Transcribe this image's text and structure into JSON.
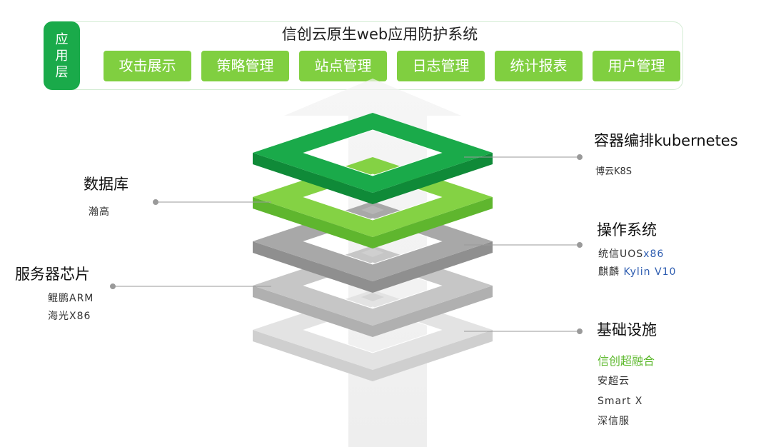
{
  "app_layer": {
    "tag_chars": [
      "应",
      "用",
      "层"
    ],
    "title": "信创云原生web应用防护系统",
    "modules": [
      "攻击展示",
      "策略管理",
      "站点管理",
      "日志管理",
      "统计报表",
      "用户管理"
    ]
  },
  "layers": {
    "kubernetes": {
      "title": "容器编排kubernetes",
      "items": [
        "博云K8S"
      ]
    },
    "database": {
      "title": "数据库",
      "items": [
        "瀚高"
      ]
    },
    "os": {
      "title": "操作系统",
      "line1_prefix": "统信UOS",
      "line1_suffix": "x86",
      "line2_prefix": "麒麟",
      "line2_suffix": "Kylin V10"
    },
    "chip": {
      "title": "服务器芯片",
      "items": [
        "鲲鹏ARM",
        "海光X86"
      ]
    },
    "infra": {
      "title": "基础设施",
      "highlight": "信创超融合",
      "items": [
        "安超云",
        "Smart X",
        "深信服"
      ]
    }
  },
  "colors": {
    "green_dark": "#1aaa4a",
    "green_light": "#80cf40",
    "gray_dark": "#a6a6a6",
    "gray_mid": "#bfbfbf",
    "gray_light": "#d9d9d9",
    "blue_text": "#2d5cb0"
  }
}
